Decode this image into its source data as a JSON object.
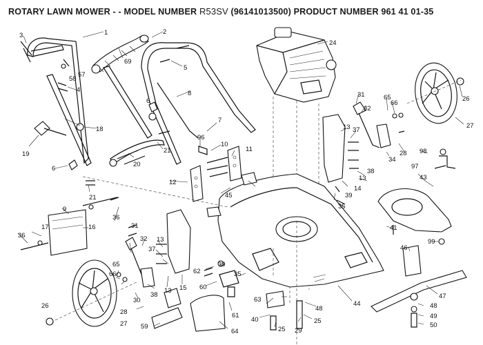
{
  "title": {
    "prefix": "ROTARY LAWN MOWER - - MODEL NUMBER ",
    "model": "R53SV",
    "suffix": " (96141013500) PRODUCT NUMBER 961 41 01-35"
  },
  "callouts": {
    "c1": "1",
    "c2": "2",
    "c3": "3",
    "c4": "4",
    "c5": "5",
    "c6a": "6",
    "c6b": "6",
    "c7": "7",
    "c8": "8",
    "c9": "9",
    "c10": "10",
    "c11": "11",
    "c12": "12",
    "c13a": "13",
    "c13b": "13",
    "c13c": "13",
    "c13d": "13",
    "c14": "14",
    "c15": "15",
    "c16": "16",
    "c17": "17",
    "c18": "18",
    "c19": "19",
    "c20": "20",
    "c21a": "21",
    "c21b": "21",
    "c24": "24",
    "c25a": "25",
    "c25b": "25",
    "c26a": "26",
    "c26b": "26",
    "c27a": "27",
    "c27b": "27",
    "c28a": "28",
    "c28b": "28",
    "c29": "29",
    "c30": "30",
    "c31a": "31",
    "c31b": "31",
    "c32a": "32",
    "c32b": "32",
    "c34": "34",
    "c35a": "35",
    "c35b": "35",
    "c36a": "36",
    "c36b": "36",
    "c37a": "37",
    "c37b": "37",
    "c38a": "38",
    "c38b": "38",
    "c39a": "39",
    "c39b": "39",
    "c40": "40",
    "c41": "41",
    "c43": "43",
    "c44": "44",
    "c45": "45",
    "c46": "46",
    "c47": "47",
    "c48a": "48",
    "c48b": "48",
    "c49": "49",
    "c50": "50",
    "c57": "57",
    "c58": "58",
    "c59": "59",
    "c60": "60",
    "c61": "61",
    "c62": "62",
    "c63": "63",
    "c64": "64",
    "c65a": "65",
    "c65b": "65",
    "c66a": "66",
    "c66b": "66",
    "c69": "69",
    "c96": "96",
    "c97": "97",
    "c98": "98",
    "c99": "99"
  },
  "colors": {
    "ink": "#111111",
    "paper": "#ffffff"
  }
}
